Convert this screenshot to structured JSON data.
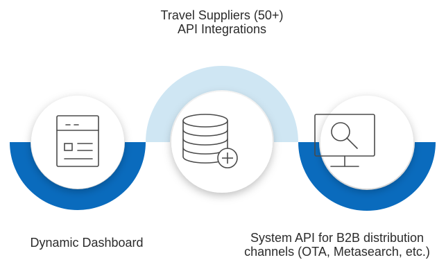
{
  "diagram": {
    "top_label": [
      "Travel Suppliers (50+)",
      "API Integrations"
    ],
    "left_label": "Dynamic Dashboard",
    "right_label": [
      "System API for B2B distribution",
      "channels (OTA, Metasearch, etc.)"
    ],
    "nodes": [
      {
        "id": "dashboard",
        "icon": "dashboard-icon"
      },
      {
        "id": "database",
        "icon": "database-plus-icon"
      },
      {
        "id": "search",
        "icon": "monitor-search-icon"
      }
    ],
    "colors": {
      "dark_arc": "#0a6bbd",
      "light_arc": "#cfe6f3",
      "circle": "#ffffff",
      "icon_stroke": "#4a4a4a",
      "text": "#2b2b2b"
    }
  }
}
